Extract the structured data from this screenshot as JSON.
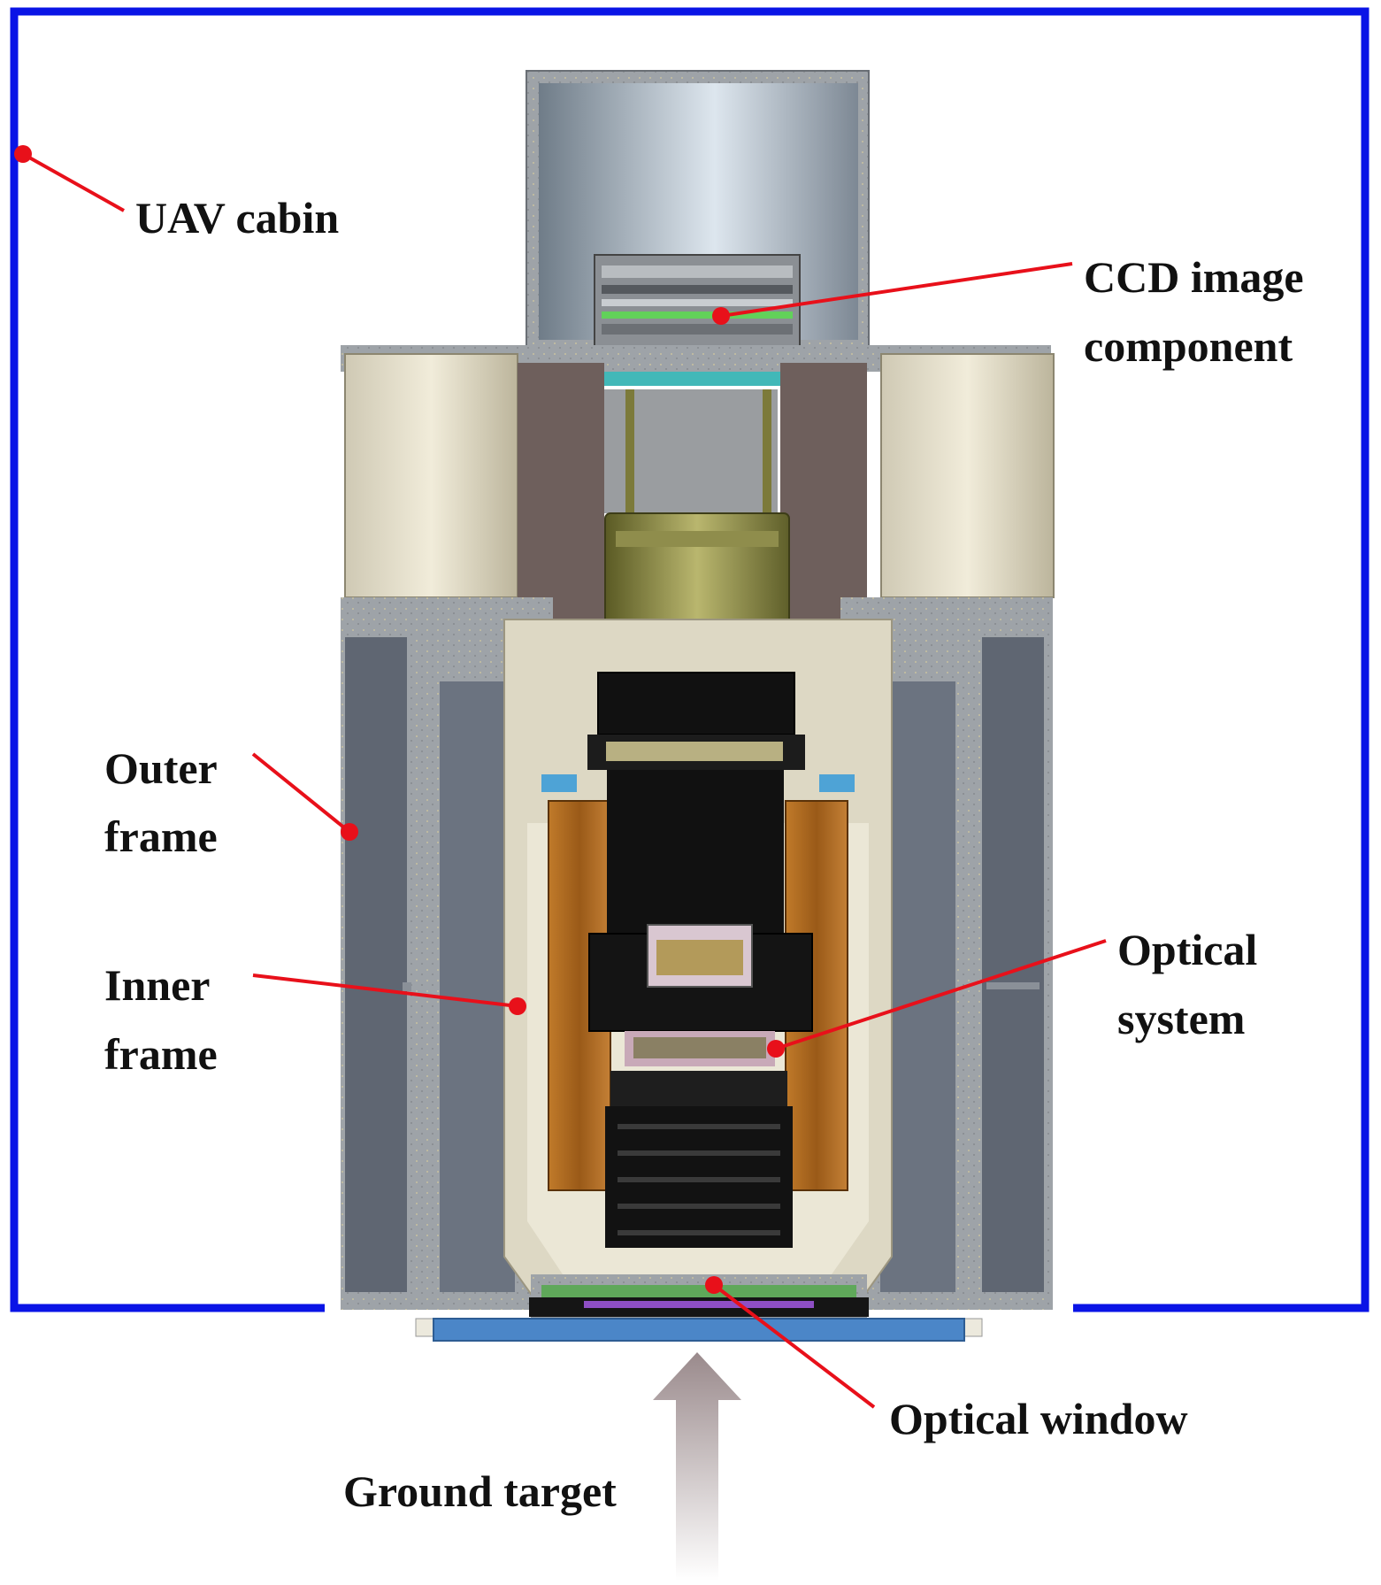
{
  "labels": {
    "uav_cabin": "UAV cabin",
    "ccd_line1": "CCD image",
    "ccd_line2": "component",
    "outer_line1": "Outer",
    "outer_line2": "frame",
    "inner_line1": "Inner",
    "inner_line2": "frame",
    "optical_system_line1": "Optical",
    "optical_system_line2": "system",
    "optical_window": "Optical window",
    "ground_target": "Ground target"
  },
  "colors": {
    "cabin_outline": "#0a14e6",
    "leader_line": "#e8101a",
    "outer_frame": "#5f6672",
    "outer_housing": "#9aa0a6",
    "inner_frame": "#ddd8c4",
    "optics_barrel": "#1a1a1a",
    "lens_mount": "#7a7a3a",
    "copper_layer": "#a9641e",
    "window_mount": "#4b86c8",
    "camera_housing": "#a9b6c2",
    "arrow": "#9a8a8c"
  },
  "icons": [
    "leader-dot-icon",
    "upward-arrow-icon"
  ]
}
